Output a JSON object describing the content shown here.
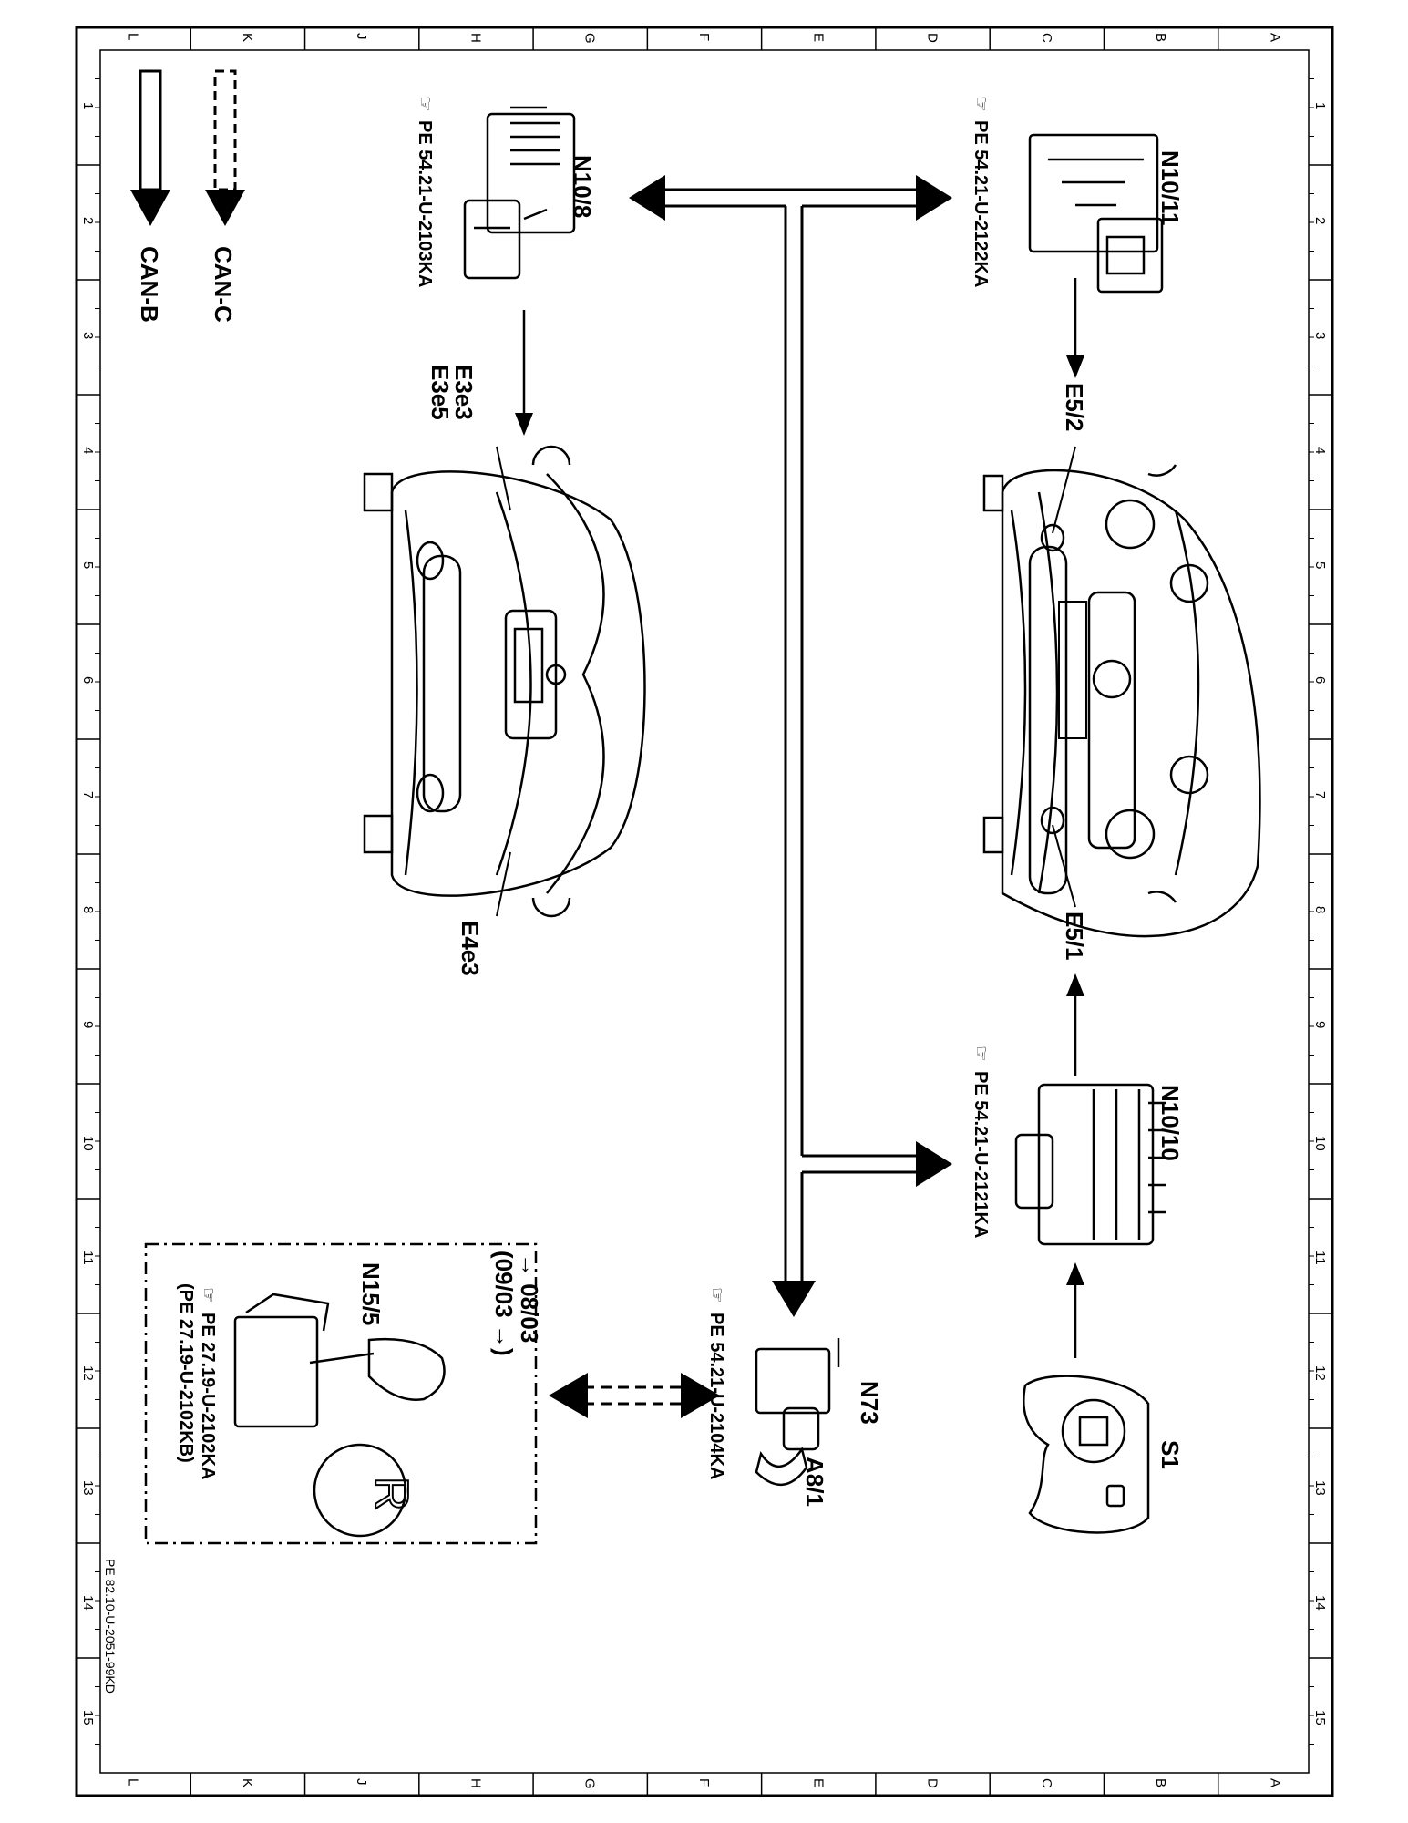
{
  "drawing_id": "PE 82.10-U-2051-99KD",
  "grid": {
    "columns": [
      "L",
      "K",
      "J",
      "H",
      "G",
      "F",
      "E",
      "D",
      "C",
      "B",
      "A"
    ],
    "rows": [
      "1",
      "2",
      "3",
      "4",
      "5",
      "6",
      "7",
      "8",
      "9",
      "10",
      "11",
      "12",
      "13",
      "14",
      "15"
    ]
  },
  "legend": {
    "can_c": "CAN-C",
    "can_b": "CAN-B"
  },
  "components": {
    "n10_11": {
      "label": "N10/11",
      "ref": "PE 54.21-U-2122KA"
    },
    "n10_8": {
      "label": "N10/8",
      "ref": "PE 54.21-U-2103KA"
    },
    "n10_10": {
      "label": "N10/10",
      "ref": "PE 54.21-U-2121KA"
    },
    "n73": {
      "label": "N73",
      "ref": "PE 54.21-U-2104KA"
    },
    "a8_1": {
      "label": "A8/1"
    },
    "s1": {
      "label": "S1"
    },
    "n15_5": {
      "label": "N15/5",
      "date_a": "→ 08/03",
      "date_b": "(09/03 →)",
      "ref_a": "PE 27.19-U-2102KA",
      "ref_b": "(PE 27.19-U-2102KB)",
      "badge": "R"
    }
  },
  "lamps": {
    "e5_2": "E5/2",
    "e5_1": "E5/1",
    "e3e3": "E3e3",
    "e3e5": "E3e5",
    "e4e3": "E4e3"
  }
}
